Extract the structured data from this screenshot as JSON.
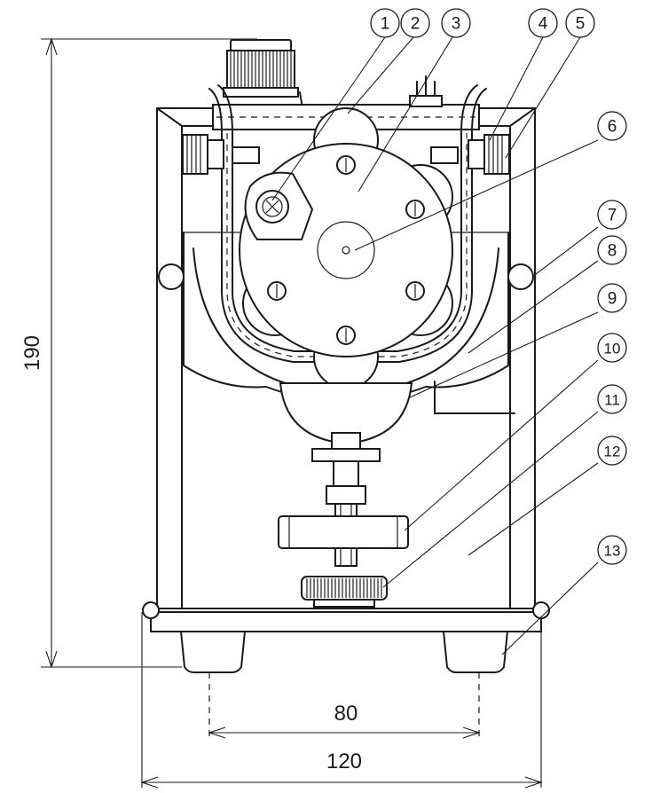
{
  "callouts": [
    "1",
    "2",
    "3",
    "4",
    "5",
    "6",
    "7",
    "8",
    "9",
    "10",
    "11",
    "12",
    "13"
  ],
  "dimensions": {
    "height": "190",
    "foot_spacing": "80",
    "overall_width": "120"
  }
}
